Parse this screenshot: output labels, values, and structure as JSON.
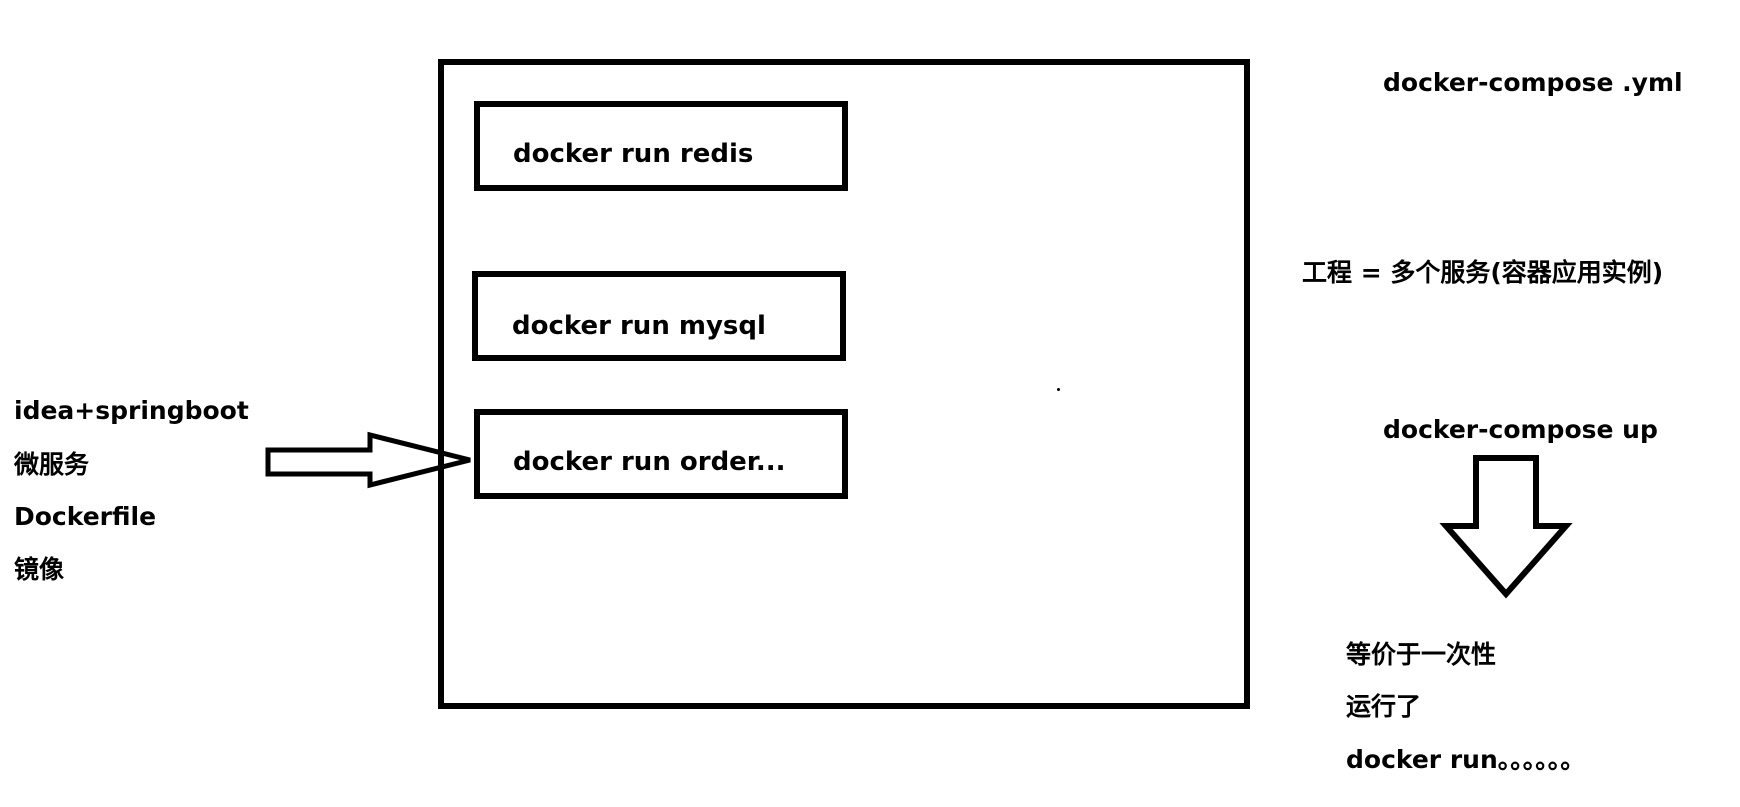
{
  "left_stack": {
    "items": [
      "idea+springboot",
      "微服务",
      "Dockerfile",
      "镜像"
    ]
  },
  "container_boxes": [
    {
      "label": "docker run redis"
    },
    {
      "label": "docker run  mysql"
    },
    {
      "label": "docker run  order..."
    }
  ],
  "right_notes": {
    "compose_file": "docker-compose .yml",
    "project_definition": "工程 = 多个服务(容器应用实例)",
    "compose_command": "docker-compose up",
    "result_line1": "等价于一次性",
    "result_line2": "运行了",
    "result_line3": "docker run。。。。。。"
  },
  "colors": {
    "stroke": "#000000",
    "background": "#ffffff"
  }
}
